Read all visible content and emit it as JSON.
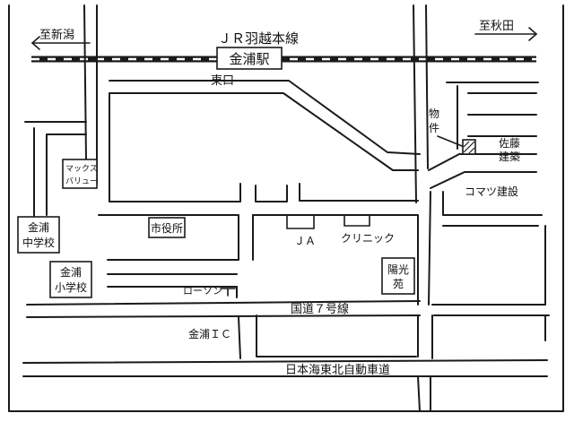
{
  "colors": {
    "ink": "#1a1a1a",
    "paper": "#ffffff",
    "railway": "#1a1a1a"
  },
  "railway": {
    "line_name": "ＪＲ羽越本線",
    "station": "金浦駅",
    "exit": "東口"
  },
  "directions": {
    "to_niigata": "至新潟",
    "to_akita": "至秋田"
  },
  "roads": {
    "national_route": "国道７号線",
    "expressway": "日本海東北自動車道"
  },
  "places": {
    "max_value": [
      "マックス",
      "バリュー"
    ],
    "city_hall": "市役所",
    "junior_high": [
      "金浦",
      "中学校"
    ],
    "elementary": [
      "金浦",
      "小学校"
    ],
    "lawson": "ローソン",
    "ja": "ＪＡ",
    "clinic": "クリニック",
    "yokoen": [
      "陽光",
      "苑"
    ],
    "interchange": "金浦ＩＣ",
    "warehouse": [
      "物",
      "件"
    ],
    "sato_kensetsu": [
      "佐藤",
      "建築"
    ],
    "komatsu_kensetsu": "コマツ建設"
  }
}
